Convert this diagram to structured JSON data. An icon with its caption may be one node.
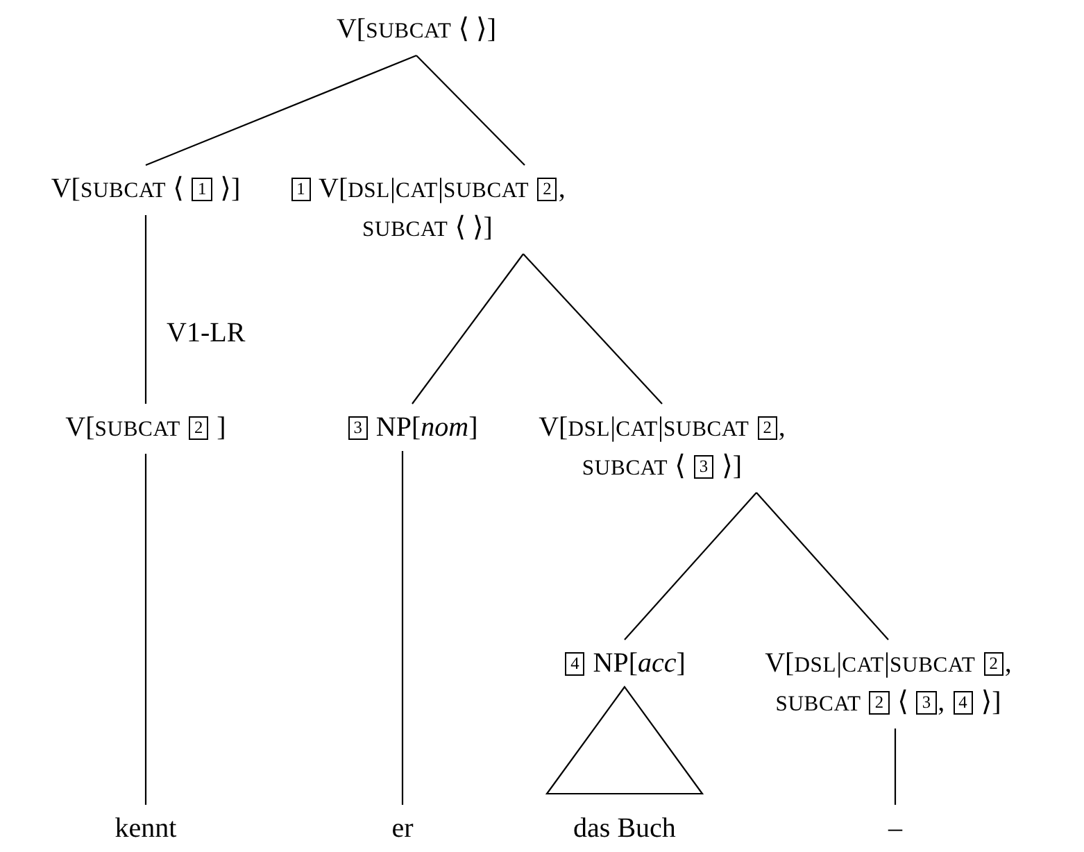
{
  "diagram": {
    "nodes": [
      {
        "text": [
          "V[SUBCAT ⟨ ⟩]"
        ]
      },
      {
        "text": [
          "V[SUBCAT ⟨ 1 ⟩]"
        ]
      },
      {
        "text": [
          "1 V[DSL|CAT|SUBCAT 2, SUBCAT ⟨ ⟩]"
        ]
      },
      {
        "text": [
          "V[SUBCAT 2 ]"
        ]
      },
      {
        "text": [
          "3 NP[*nom*]"
        ]
      },
      {
        "text": [
          "V[DSL|CAT|SUBCAT 2, SUBCAT ⟨ 3 ⟩]"
        ]
      },
      {
        "text": [
          "4 NP[*acc*]"
        ]
      },
      {
        "text": [
          "V[DSL|CAT|SUBCAT 2, SUBCAT 2 ⟨ 3, 4 ⟩]"
        ]
      },
      {
        "text": [
          "kennt"
        ]
      },
      {
        "text": [
          "er"
        ]
      },
      {
        "text": [
          "das Buch"
        ]
      },
      {
        "text": [
          "–"
        ]
      }
    ],
    "edges": [
      {
        "from": 0,
        "to": 1,
        "arrow": "none"
      },
      {
        "from": 0,
        "to": 2,
        "arrow": "none"
      },
      {
        "from": 1,
        "to": 3,
        "arrow": "none",
        "label": "V1-LR"
      },
      {
        "from": 2,
        "to": 4,
        "arrow": "none"
      },
      {
        "from": 2,
        "to": 5,
        "arrow": "none"
      },
      {
        "from": 3,
        "to": 8,
        "arrow": "none"
      },
      {
        "from": 4,
        "to": 9,
        "arrow": "none"
      },
      {
        "from": 5,
        "to": 6,
        "arrow": "none"
      },
      {
        "from": 5,
        "to": 7,
        "arrow": "none"
      },
      {
        "from": 6,
        "to": 10,
        "arrow": "none"
      },
      {
        "from": 7,
        "to": 11,
        "arrow": "none"
      }
    ]
  }
}
